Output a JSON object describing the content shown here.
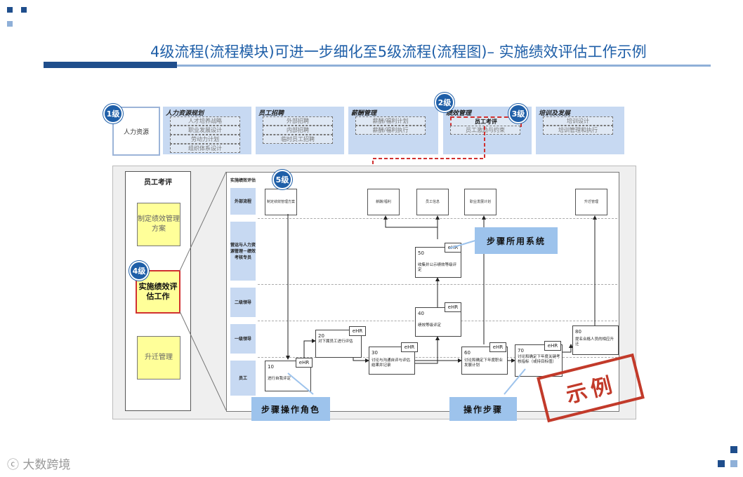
{
  "title": "4级流程(流程模块)可进一步细化至5级流程(流程图)– 实施绩效评估工作示例",
  "badges": {
    "l1": "1级",
    "l2": "2级",
    "l3": "3级",
    "l4": "4级",
    "l5": "5级"
  },
  "level1": {
    "label": "人力资源"
  },
  "modules": [
    {
      "title": "人力资源规划",
      "items": [
        "人才培养战略",
        "职业发展设计",
        "劳动力计划",
        "组织体系设计"
      ]
    },
    {
      "title": "员工招聘",
      "items": [
        "外部招聘",
        "内部招聘",
        "临时员工招聘"
      ]
    },
    {
      "title": "薪酬管理",
      "items": [
        "薪酬/福利计划",
        "薪酬/福利执行"
      ]
    },
    {
      "title": "绩效管理",
      "items": [
        "员工考评",
        "员工激励与约束"
      ]
    },
    {
      "title": "培训及发展",
      "items": [
        "培训设计",
        "培训管理和执行"
      ]
    }
  ],
  "left_panel": {
    "title": "员工考评",
    "steps": [
      "制定绩效管理方案",
      "实施绩效评估工作",
      "升迁管理"
    ]
  },
  "flow": {
    "title": "实施绩效评估",
    "lanes": [
      "外部流程",
      "营运与人力资源管理－绩效考核专员",
      "二级领导",
      "一级领导",
      "员工"
    ],
    "external": [
      "制定绩效管理方案",
      "薪酬/福利",
      "员工信息",
      "职业发展计划",
      "升迁管理"
    ],
    "steps": [
      {
        "num": "10",
        "text": "进行自我评定"
      },
      {
        "num": "20",
        "text": "对下属员工进行评估"
      },
      {
        "num": "30",
        "text": "讨论与沟通自评与评估结果并记录"
      },
      {
        "num": "40",
        "text": "绩效等级评定"
      },
      {
        "num": "50",
        "text": "收集并公示绩效等级评定"
      },
      {
        "num": "60",
        "text": "讨论和确定下年度职业发展计划"
      },
      {
        "num": "70",
        "text": "讨论和确定下年度关键考核指标（或持目标值）"
      },
      {
        "num": "80",
        "text": "提名合格人员的相应升迁"
      }
    ],
    "system_tag": "eHR"
  },
  "callouts": {
    "system": "步骤所用系统",
    "role": "步骤操作角色",
    "step": "操作步骤"
  },
  "stamp": "示例",
  "logo": "大数跨境"
}
